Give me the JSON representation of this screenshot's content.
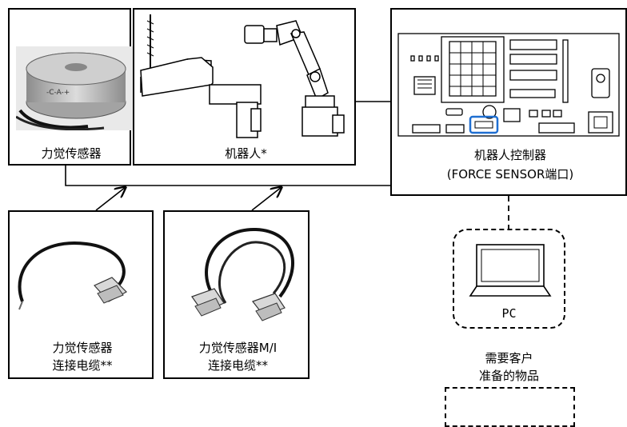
{
  "components": {
    "force_sensor": {
      "label": "力觉传感器"
    },
    "robot": {
      "label": "机器人*"
    },
    "controller": {
      "label_line1": "机器人控制器",
      "label_line2": "(FORCE SENSOR端口)"
    },
    "sensor_cable": {
      "label_line1": "力觉传感器",
      "label_line2": "连接电缆**"
    },
    "mi_cable": {
      "label_line1": "力觉传感器M/I",
      "label_line2": "连接电缆**"
    },
    "pc": {
      "label": "PC"
    }
  },
  "customer_prepared": {
    "line1": "需要客户",
    "line2": "准备的物品"
  },
  "colors": {
    "highlight_port": "#1f6fd1",
    "line": "#000000"
  }
}
